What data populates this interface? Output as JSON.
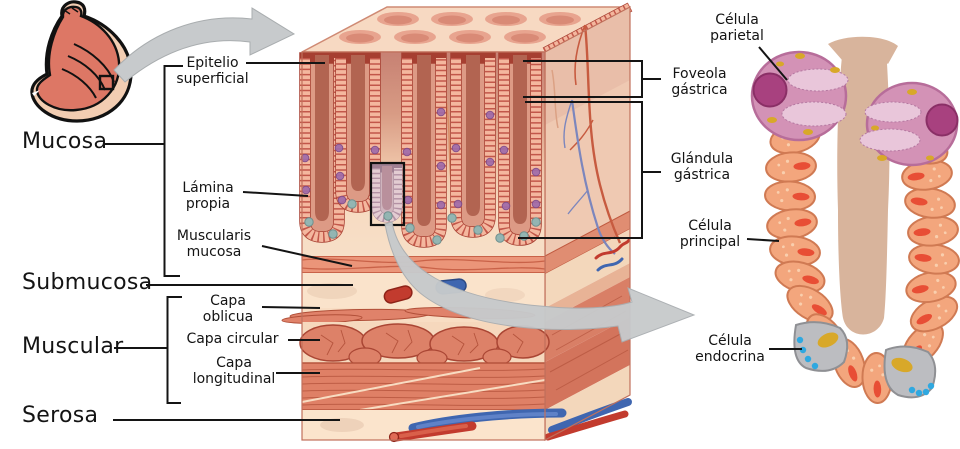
{
  "labels": {
    "mucosa": "Mucosa",
    "submucosa": "Submucosa",
    "muscular": "Muscular",
    "serosa": "Serosa",
    "epitelio_superficial": "Epitelio superficial",
    "lamina_propia": "Lámina propia",
    "muscularis_mucosa": "Muscularis mucosa",
    "capa_oblicua": "Capa oblicua",
    "capa_circular": "Capa circular",
    "capa_longitudinal": "Capa longitudinal",
    "foveola_gastrica": "Foveola gástrica",
    "glandula_gastrica": "Glándula gástrica",
    "celula_parietal": "Célula parietal",
    "celula_principal": "Célula principal",
    "celula_endocrina": "Célula endocrina"
  },
  "colors": {
    "stomach_body": "#dd7765",
    "stomach_wall": "#f2cdb2",
    "arrow_gray": "#c7cacc",
    "tissue_cream": "#fae3cb",
    "tissue_rose": "#c78173",
    "gland_band": "#f4b79e",
    "gland_brick": "#c2574a",
    "gland_lumen": "#b26451",
    "muscle_salmon": "#df8066",
    "muscle_dark": "#aa4634",
    "vessel_red": "#c23b2e",
    "vessel_blue": "#3f66b0",
    "parietal_cell": "#d392b6",
    "parietal_nucleus": "#a8417f",
    "chief_cell": "#f3a67d",
    "chief_granule": "#e84e35",
    "endocrine_cell": "#bcbdc1",
    "endocrine_dot": "#2fa8e0",
    "endocrine_yellow": "#d8a829",
    "lumen_tan": "#d8b49c",
    "line_black": "#141414"
  }
}
